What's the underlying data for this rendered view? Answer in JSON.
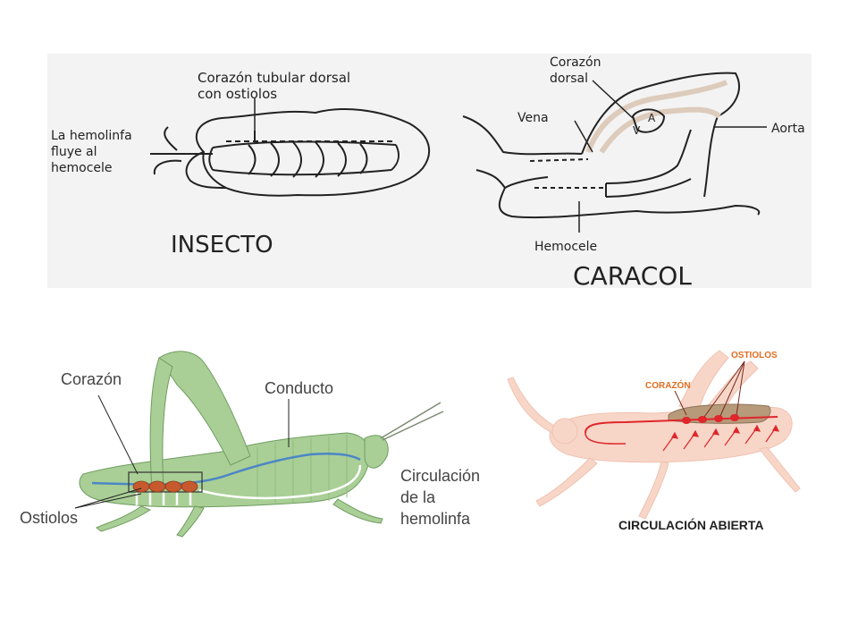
{
  "top": {
    "insect_title": "INSECTO",
    "snail_title": "CARACOL",
    "insect_heart_line1": "Corazón tubular dorsal",
    "insect_heart_line2": "con ostiolos",
    "insect_hemo_line1": "La hemolinfa",
    "insect_hemo_line2": "fluye al",
    "insect_hemo_line3": "hemocele",
    "snail_heart_line1": "Corazón",
    "snail_heart_line2": "dorsal",
    "snail_vena": "Vena",
    "snail_aorta": "Aorta",
    "snail_hemocele": "Hemocele",
    "snail_v": "V",
    "snail_a": "A"
  },
  "bottom_left": {
    "corazon": "Corazón",
    "conducto": "Conducto",
    "ostiolos": "Ostiolos",
    "circ_line1": "Circulación",
    "circ_line2": "de la",
    "circ_line3": "hemolinfa"
  },
  "bottom_right": {
    "corazon": "CORAZÓN",
    "ostiolos": "OSTIOLOS",
    "caption": "CIRCULACIÓN ABIERTA"
  },
  "colors": {
    "grasshopper_green": "#a9cf96",
    "heart_blue": "#4c86c6",
    "ostiole_orange": "#c65a2e",
    "pink_body": "#f7d6c8",
    "red": "#e0262b",
    "label_orange": "#e06d20"
  }
}
